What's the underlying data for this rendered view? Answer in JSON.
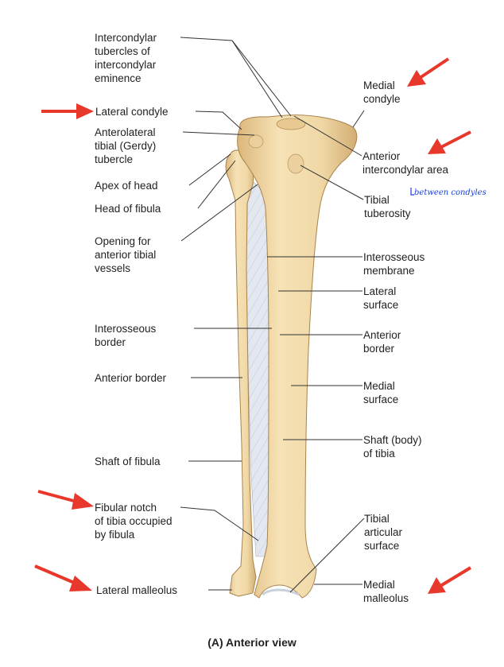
{
  "figure": {
    "caption": "(A) Anterior view",
    "handwritten_note": "between condyles",
    "colors": {
      "bone": "#f0d8a6",
      "bone_shadow": "#d6b27a",
      "membrane": "#dfe3ec",
      "arrow": "#e8382b",
      "leader_line": "#333333",
      "note_ink": "#1a3fd6"
    }
  },
  "labels": {
    "intercondylar_tubercles": [
      "Intercondylar",
      "tubercles of",
      "intercondylar",
      "eminence"
    ],
    "lateral_condyle": [
      "Lateral condyle"
    ],
    "anterolateral_tubercle": [
      "Anterolateral",
      "tibial (Gerdy)",
      "tubercle"
    ],
    "apex_of_head": [
      "Apex of head"
    ],
    "head_of_fibula": [
      "Head of fibula"
    ],
    "opening_vessels": [
      "Opening for",
      "anterior tibial",
      "vessels"
    ],
    "interosseous_border": [
      "Interosseous",
      "border"
    ],
    "anterior_border_fibula": [
      "Anterior border"
    ],
    "shaft_of_fibula": [
      "Shaft of fibula"
    ],
    "fibular_notch": [
      "Fibular notch",
      "of tibia occupied",
      "by fibula"
    ],
    "lateral_malleolus": [
      "Lateral malleolus"
    ],
    "medial_condyle": [
      "Medial",
      "condyle"
    ],
    "anterior_intercondylar_area": [
      "Anterior",
      "intercondylar area"
    ],
    "tibial_tuberosity": [
      "Tibial",
      "tuberosity"
    ],
    "interosseous_membrane": [
      "Interosseous",
      "membrane"
    ],
    "lateral_surface": [
      "Lateral",
      "surface"
    ],
    "anterior_border_tibia": [
      "Anterior",
      "border"
    ],
    "medial_surface": [
      "Medial",
      "surface"
    ],
    "shaft_of_tibia": [
      "Shaft (body)",
      "of tibia"
    ],
    "tibial_articular_surface": [
      "Tibial",
      "articular",
      "surface"
    ],
    "medial_malleolus": [
      "Medial",
      "malleolus"
    ]
  }
}
